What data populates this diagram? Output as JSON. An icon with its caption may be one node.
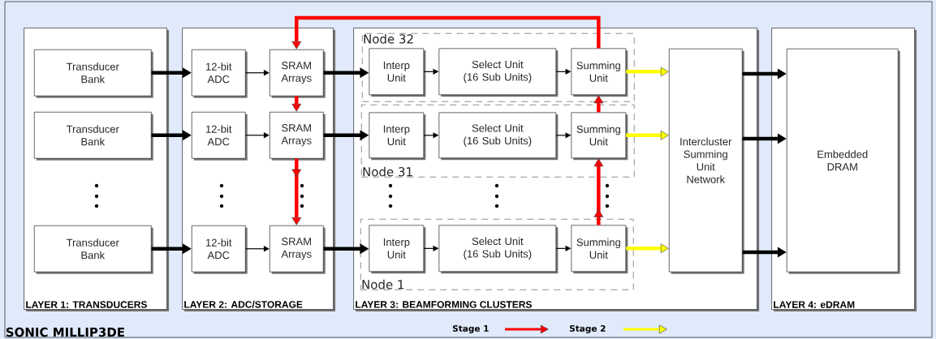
{
  "diagram": {
    "nodes": [
      {
        "text": [
          "SONIC MILLIP3DE"
        ]
      },
      {
        "text": [
          "LAYER 1: TRANSDUCERS"
        ],
        "in": 0
      },
      {
        "text": [
          "LAYER 2: ADC/STORAGE"
        ],
        "in": 0
      },
      {
        "text": [
          "LAYER 3: BEAMFORMING CLUSTERS"
        ],
        "in": 0
      },
      {
        "text": [
          "LAYER 4: eDRAM"
        ],
        "in": 0
      },
      {
        "text": [
          "Transducer Bank"
        ],
        "in": 1
      },
      {
        "text": [
          "Transducer Bank"
        ],
        "in": 1
      },
      {
        "text": [
          "Transducer Bank"
        ],
        "in": 1
      },
      {
        "text": [
          "12-bit ADC"
        ],
        "in": 2
      },
      {
        "text": [
          "SRAM Arrays"
        ],
        "in": 2
      },
      {
        "text": [
          "12-bit ADC"
        ],
        "in": 2
      },
      {
        "text": [
          "SRAM Arrays"
        ],
        "in": 2
      },
      {
        "text": [
          "12-bit ADC"
        ],
        "in": 2
      },
      {
        "text": [
          "SRAM Arrays"
        ],
        "in": 2
      },
      {
        "text": [
          "Node 32"
        ],
        "in": 3
      },
      {
        "text": [
          "Interp Unit"
        ],
        "in": 14
      },
      {
        "text": [
          "Select Unit (16 Sub Units)"
        ],
        "in": 14
      },
      {
        "text": [
          "Summing Unit"
        ],
        "in": 14
      },
      {
        "text": [
          "Node 31"
        ],
        "in": 3
      },
      {
        "text": [
          "Interp Unit"
        ],
        "in": 18
      },
      {
        "text": [
          "Select Unit (16 Sub Units)"
        ],
        "in": 18
      },
      {
        "text": [
          "Summing Unit"
        ],
        "in": 18
      },
      {
        "text": [
          "Node 1"
        ],
        "in": 3
      },
      {
        "text": [
          "Interp Unit"
        ],
        "in": 22
      },
      {
        "text": [
          "Select Unit (16 Sub Units)"
        ],
        "in": 22
      },
      {
        "text": [
          "Summing Unit"
        ],
        "in": 22
      },
      {
        "text": [
          "Intercluster Summing Unit Network"
        ],
        "in": 3
      },
      {
        "text": [
          "Embedded DRAM"
        ],
        "in": 4
      }
    ],
    "edges": [
      {
        "from": 5,
        "to": 8,
        "arrow": "to"
      },
      {
        "from": 6,
        "to": 10,
        "arrow": "to"
      },
      {
        "from": 7,
        "to": 12,
        "arrow": "to"
      },
      {
        "from": 8,
        "to": 9,
        "arrow": "to"
      },
      {
        "from": 10,
        "to": 11,
        "arrow": "to"
      },
      {
        "from": 12,
        "to": 13,
        "arrow": "to"
      },
      {
        "from": 9,
        "to": 15,
        "arrow": "to"
      },
      {
        "from": 11,
        "to": 19,
        "arrow": "to"
      },
      {
        "from": 13,
        "to": 23,
        "arrow": "to"
      },
      {
        "from": 15,
        "to": 16,
        "arrow": "to"
      },
      {
        "from": 16,
        "to": 17,
        "arrow": "to"
      },
      {
        "from": 19,
        "to": 20,
        "arrow": "to"
      },
      {
        "from": 20,
        "to": 21,
        "arrow": "to"
      },
      {
        "from": 23,
        "to": 24,
        "arrow": "to"
      },
      {
        "from": 24,
        "to": 25,
        "arrow": "to"
      },
      {
        "from": 17,
        "to": 26,
        "arrow": "to",
        "color": "#ffff00"
      },
      {
        "from": 21,
        "to": 26,
        "arrow": "to",
        "color": "#ffff00"
      },
      {
        "from": 25,
        "to": 26,
        "arrow": "to",
        "color": "#ffff00"
      },
      {
        "from": 26,
        "to": 27,
        "arrow": "to"
      },
      {
        "from": 26,
        "to": 27,
        "arrow": "to"
      },
      {
        "from": 26,
        "to": 27,
        "arrow": "to"
      },
      {
        "from": 17,
        "to": 9,
        "arrow": "to",
        "color": "#ff0000"
      },
      {
        "from": 9,
        "to": 11,
        "arrow": "to",
        "color": "#ff0000"
      },
      {
        "from": 11,
        "to": 13,
        "arrow": "to",
        "color": "#ff0000"
      },
      {
        "from": 25,
        "to": 21,
        "arrow": "to",
        "color": "#ff0000"
      },
      {
        "from": 21,
        "to": 17,
        "arrow": "to",
        "color": "#ff0000"
      }
    ],
    "legend": [
      {
        "text": "Stage 1"
      },
      {
        "text": "Stage 2"
      }
    ]
  }
}
